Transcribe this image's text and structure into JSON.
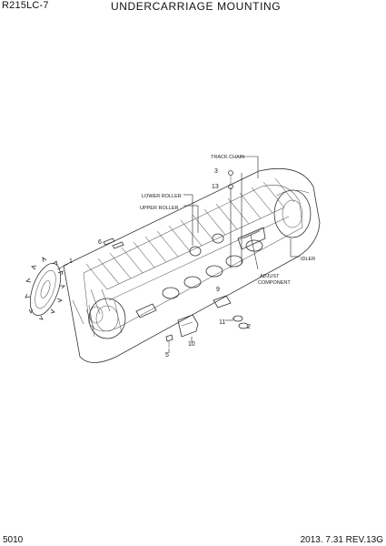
{
  "header": {
    "model": "R215LC-7",
    "title": "UNDERCARRIAGE MOUNTING"
  },
  "footer": {
    "page": "5010",
    "revision": "2013. 7.31 REV.13G"
  },
  "callouts": {
    "c1": "1",
    "c2": "2",
    "c3": "3",
    "c5": "5",
    "c6": "6",
    "c9": "9",
    "c10": "10",
    "c11": "11",
    "c13": "13"
  },
  "labels": {
    "track_chain": "TRACK CHAIN",
    "lower_roller": "LOWER ROLLER",
    "upper_roller": "UPPER ROLLER",
    "idler": "IDLER",
    "adjust_comp": [
      "ADJUST",
      "COMPONENT"
    ]
  }
}
